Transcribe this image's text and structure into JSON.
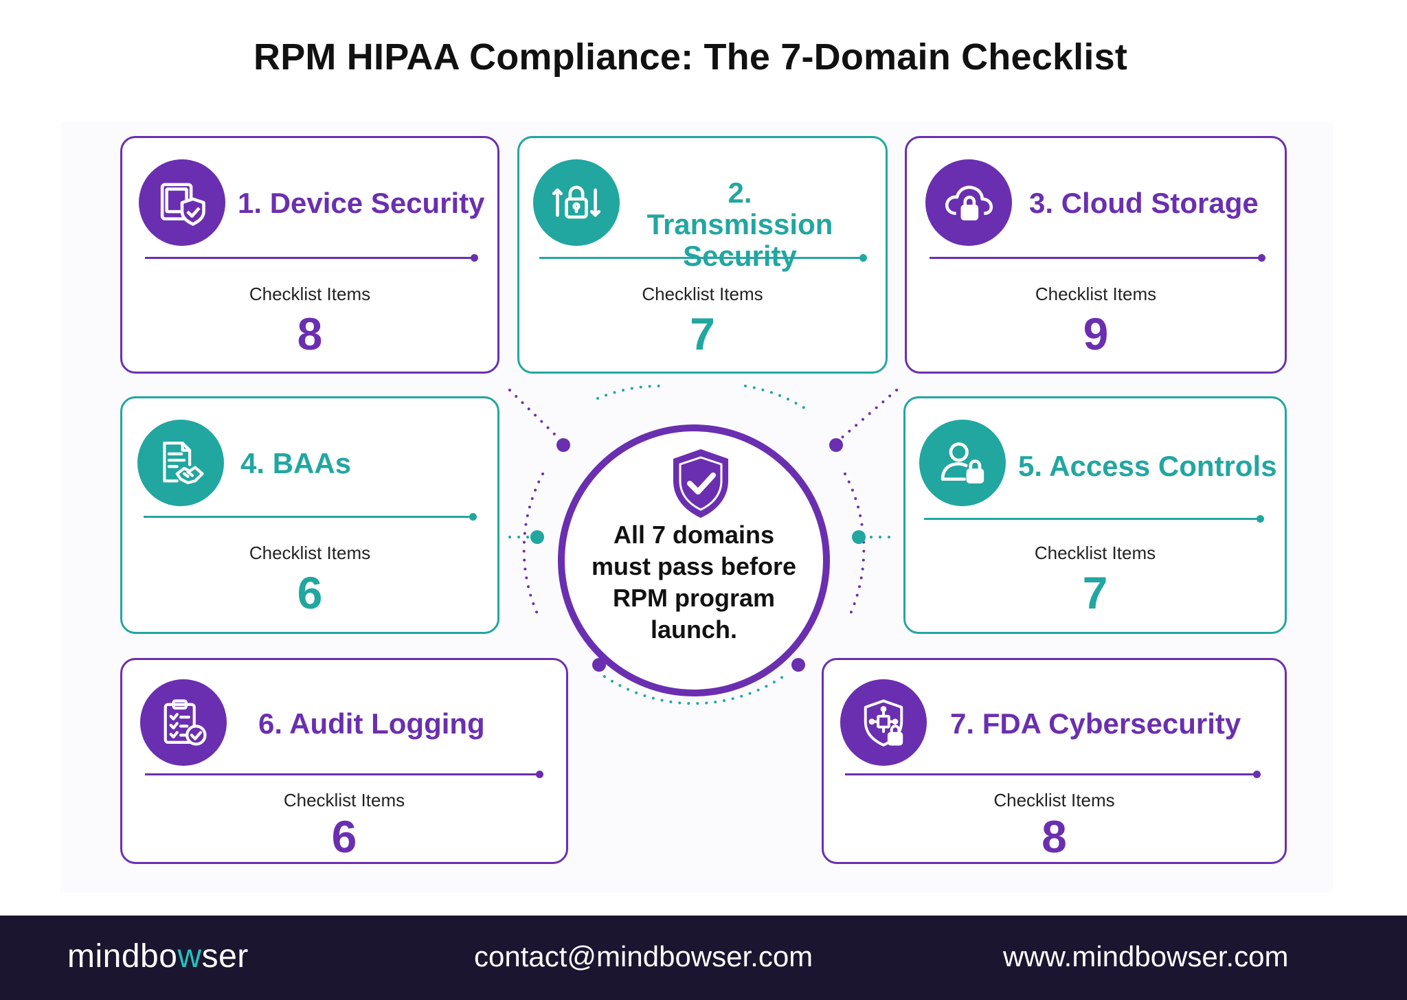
{
  "title": "RPM HIPAA Compliance: The 7-Domain Checklist",
  "colors": {
    "purple": "#6a2fb0",
    "teal": "#22a6a0",
    "footer_bg": "#1c1530"
  },
  "domains": [
    {
      "title": "1. Device Security",
      "items_label": "Checklist Items",
      "count": "8",
      "icon": "device-shield-icon",
      "color": "purple"
    },
    {
      "title": "2. Transmission Security",
      "items_label": "Checklist Items",
      "count": "7",
      "icon": "lock-transfer-icon",
      "color": "teal"
    },
    {
      "title": "3. Cloud Storage",
      "items_label": "Checklist Items",
      "count": "9",
      "icon": "cloud-lock-icon",
      "color": "purple"
    },
    {
      "title": "4. BAAs",
      "items_label": "Checklist Items",
      "count": "6",
      "icon": "document-handshake-icon",
      "color": "teal"
    },
    {
      "title": "5. Access Controls",
      "items_label": "Checklist Items",
      "count": "7",
      "icon": "user-lock-icon",
      "color": "teal"
    },
    {
      "title": "6. Audit Logging",
      "items_label": "Checklist Items",
      "count": "6",
      "icon": "clipboard-check-icon",
      "color": "purple"
    },
    {
      "title": "7. FDA Cybersecurity",
      "items_label": "Checklist Items",
      "count": "8",
      "icon": "shield-circuit-icon",
      "color": "purple"
    }
  ],
  "hub": {
    "icon": "shield-check-icon",
    "text": "All 7 domains must pass before RPM program launch."
  },
  "footer": {
    "brand_pre": "mindbo",
    "brand_accent": "w",
    "brand_post": "ser",
    "email": "contact@mindbowser.com",
    "website": "www.mindbowser.com"
  }
}
